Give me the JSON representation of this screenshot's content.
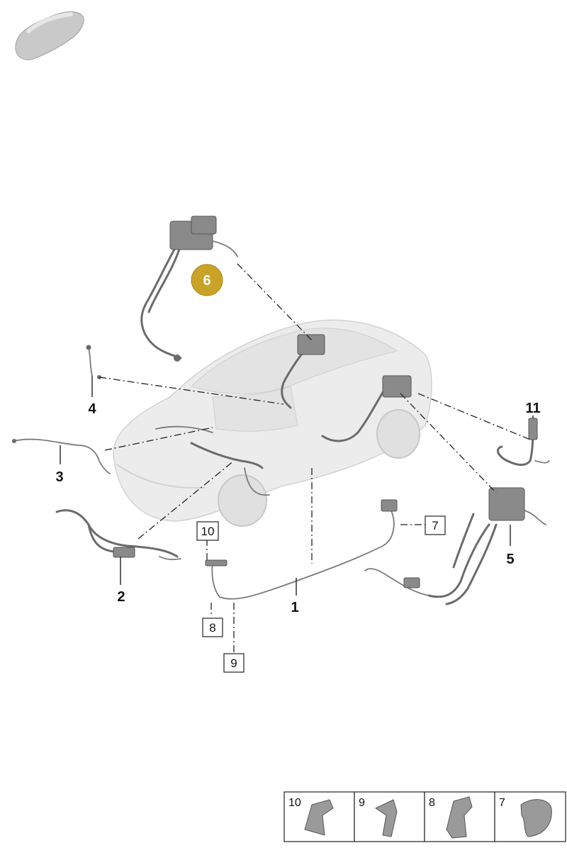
{
  "callouts": {
    "c1": "1",
    "c2": "2",
    "c3": "3",
    "c4": "4",
    "c5": "5",
    "c6": "6",
    "c11": "11"
  },
  "boxed": {
    "b7": "7",
    "b8": "8",
    "b9": "9",
    "b10": "10"
  },
  "legend": [
    {
      "label": "10"
    },
    {
      "label": "9"
    },
    {
      "label": "8"
    },
    {
      "label": "7"
    }
  ],
  "colors": {
    "highlight_badge": "#c9a227",
    "highlight_badge_text": "#ffffff"
  },
  "icons": {
    "thumbnail": "car-thumbnail-icon"
  }
}
